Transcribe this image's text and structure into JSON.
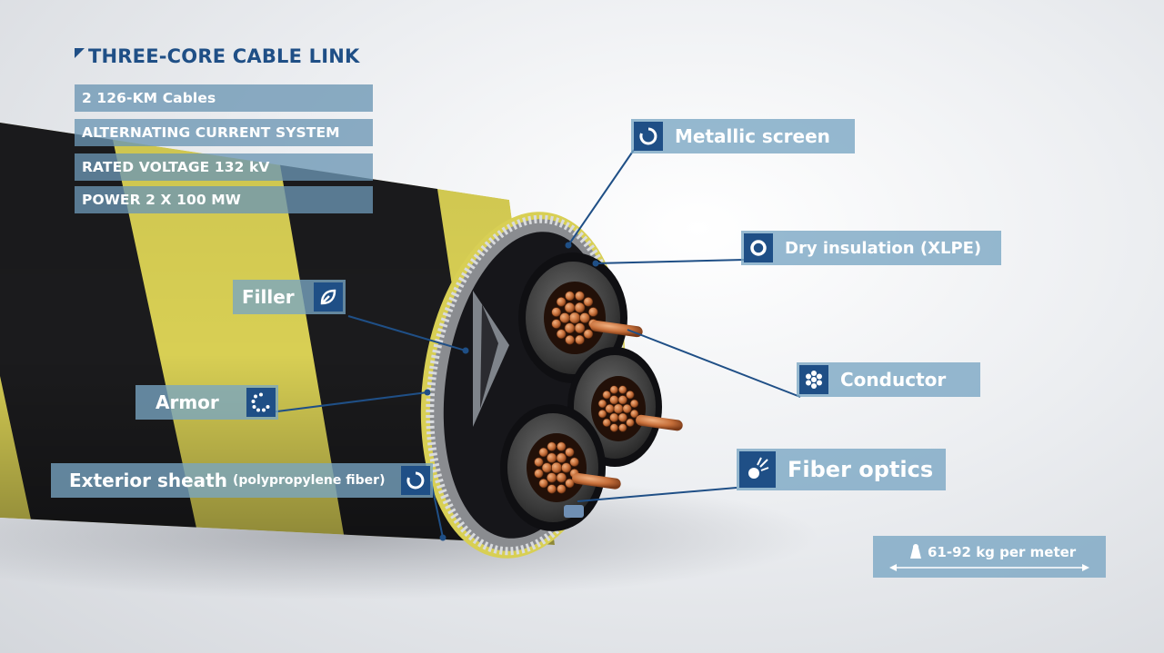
{
  "title": "THREE-CORE CABLE LINK",
  "specs": [
    "2 126-KM Cables",
    "ALTERNATING CURRENT SYSTEM",
    "RATED VOLTAGE 132 kV",
    "POWER 2 X 100 MW"
  ],
  "labels": {
    "metallic_screen": "Metallic screen",
    "dry_insulation": "Dry insulation (XLPE)",
    "filler": "Filler",
    "conductor": "Conductor",
    "armor": "Armor",
    "fiber_optics": "Fiber optics",
    "exterior_sheath": "Exterior sheath",
    "exterior_sheath_note": "(polypropylene fiber)"
  },
  "weight": "61-92 kg per meter",
  "icons": {
    "metallic_screen": "ring-gap-icon",
    "dry_insulation": "ring-icon",
    "filler": "leaf-icon",
    "conductor": "strands-icon",
    "armor": "dotted-ring-icon",
    "fiber_optics": "light-burst-icon",
    "exterior_sheath": "ring-gap-icon",
    "weight": "weight-icon"
  },
  "colors": {
    "brand_blue": "#1f4f86",
    "label_bg": "#78a5c3",
    "cable_yellow": "#d8cf54",
    "cable_black": "#1b1b1d",
    "copper": "#c66f3a"
  }
}
